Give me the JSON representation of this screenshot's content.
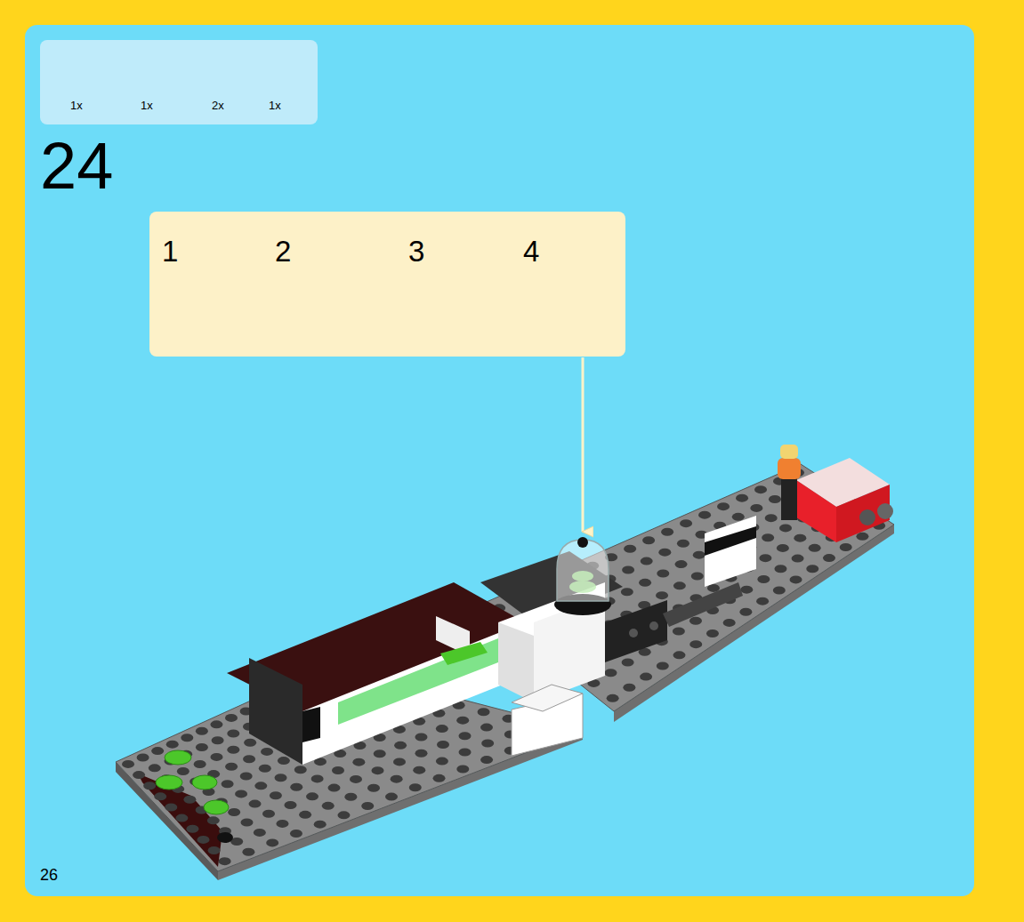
{
  "diagram": {
    "nodes": [
      {
        "text": [
          "1x",
          "1x",
          "2x",
          "1x"
        ]
      },
      {
        "text": [
          "1",
          "2",
          "3",
          "4"
        ]
      }
    ],
    "labels": [
      "24",
      "26"
    ]
  }
}
